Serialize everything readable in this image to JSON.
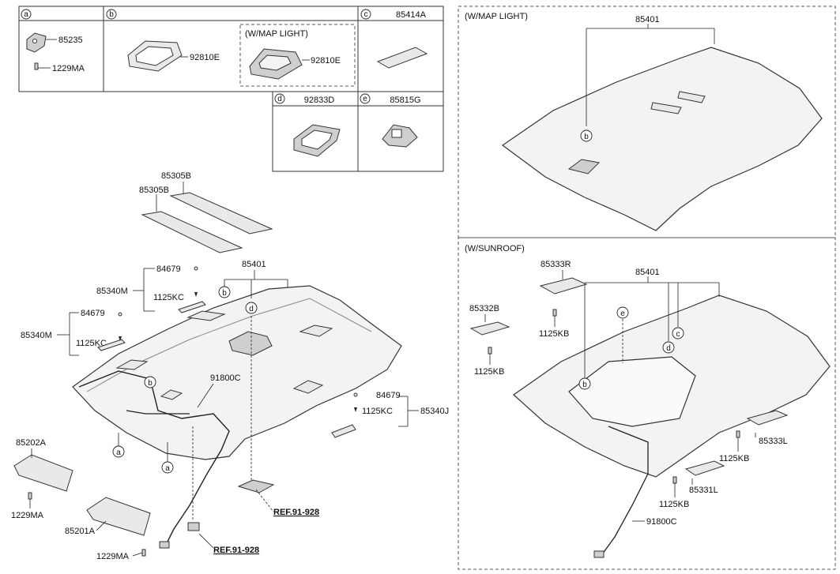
{
  "legend": {
    "cell_a": {
      "letter": "a",
      "parts": [
        "85235",
        "1229MA"
      ]
    },
    "cell_b": {
      "letter": "b",
      "part": "92810E",
      "variant_title": "(W/MAP LIGHT)",
      "variant_part": "92810E"
    },
    "cell_c": {
      "letter": "c",
      "part": "85414A"
    },
    "cell_d": {
      "letter": "d",
      "part": "92833D"
    },
    "cell_e": {
      "letter": "e",
      "part": "85815G"
    }
  },
  "main": {
    "parts": {
      "sunstrip_1": "85305B",
      "sunstrip_2": "85305B",
      "headliner": "85401",
      "grip_upper_clip": "84679",
      "grip_upper_label": "85340M",
      "grip_upper_screw": "1125KC",
      "grip_left_clip": "84679",
      "grip_left_label": "85340M",
      "grip_left_screw": "1125KC",
      "wiring": "91800C",
      "grip_right_clip": "84679",
      "grip_right_screw": "1125KC",
      "grip_right_label": "85340J",
      "visor_left": "85202A",
      "visor_left_screw": "1229MA",
      "visor_right": "85201A",
      "visor_right_screw": "1229MA",
      "ref_upper": "REF.91-928",
      "ref_lower": "REF.91-928"
    },
    "callouts": [
      "b",
      "d",
      "b",
      "a",
      "a"
    ]
  },
  "map_light_panel": {
    "title": "(W/MAP LIGHT)",
    "part": "85401",
    "callout": "b"
  },
  "sunroof_panel": {
    "title": "(W/SUNROOF)",
    "parts": {
      "headliner": "85401",
      "rear_cover_r": "85333R",
      "rear_cover_r_screw": "1125KB",
      "front_cover_b": "85332B",
      "front_cover_b_screw": "1125KB",
      "rear_cover_l": "85333L",
      "rear_cover_l_screw": "1125KB",
      "front_cover_l": "85331L",
      "front_cover_l_screw": "1125KB",
      "wiring": "91800C"
    },
    "callouts": [
      "e",
      "d",
      "c",
      "b"
    ]
  }
}
